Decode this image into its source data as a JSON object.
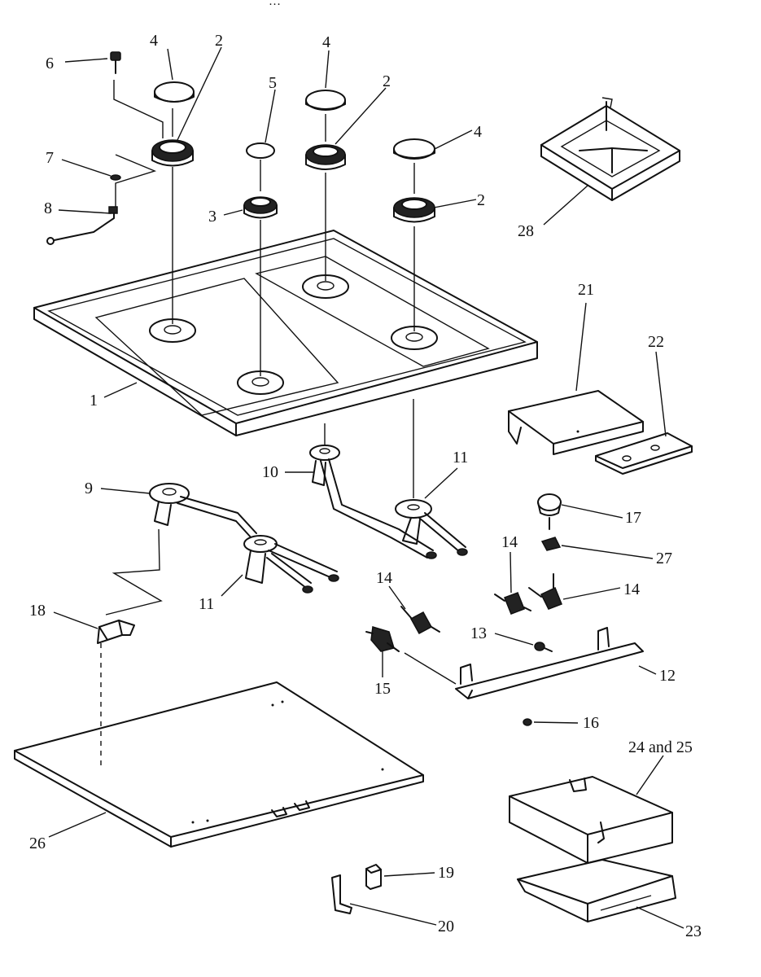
{
  "header_fragment": "…",
  "callouts": {
    "c1": "1",
    "c2a": "2",
    "c2b": "2",
    "c2c": "2",
    "c3": "3",
    "c4a": "4",
    "c4b": "4",
    "c4c": "4",
    "c5": "5",
    "c6": "6",
    "c7": "7",
    "c8": "8",
    "c9": "9",
    "c10": "10",
    "c11a": "11",
    "c11b": "11",
    "c12": "12",
    "c13": "13",
    "c14a": "14",
    "c14b": "14",
    "c14c": "14",
    "c15": "15",
    "c16": "16",
    "c17": "17",
    "c18": "18",
    "c19": "19",
    "c20": "20",
    "c21": "21",
    "c22": "22",
    "c23": "23",
    "c24_25": "24 and 25",
    "c26": "26",
    "c27": "27",
    "c28": "28"
  }
}
